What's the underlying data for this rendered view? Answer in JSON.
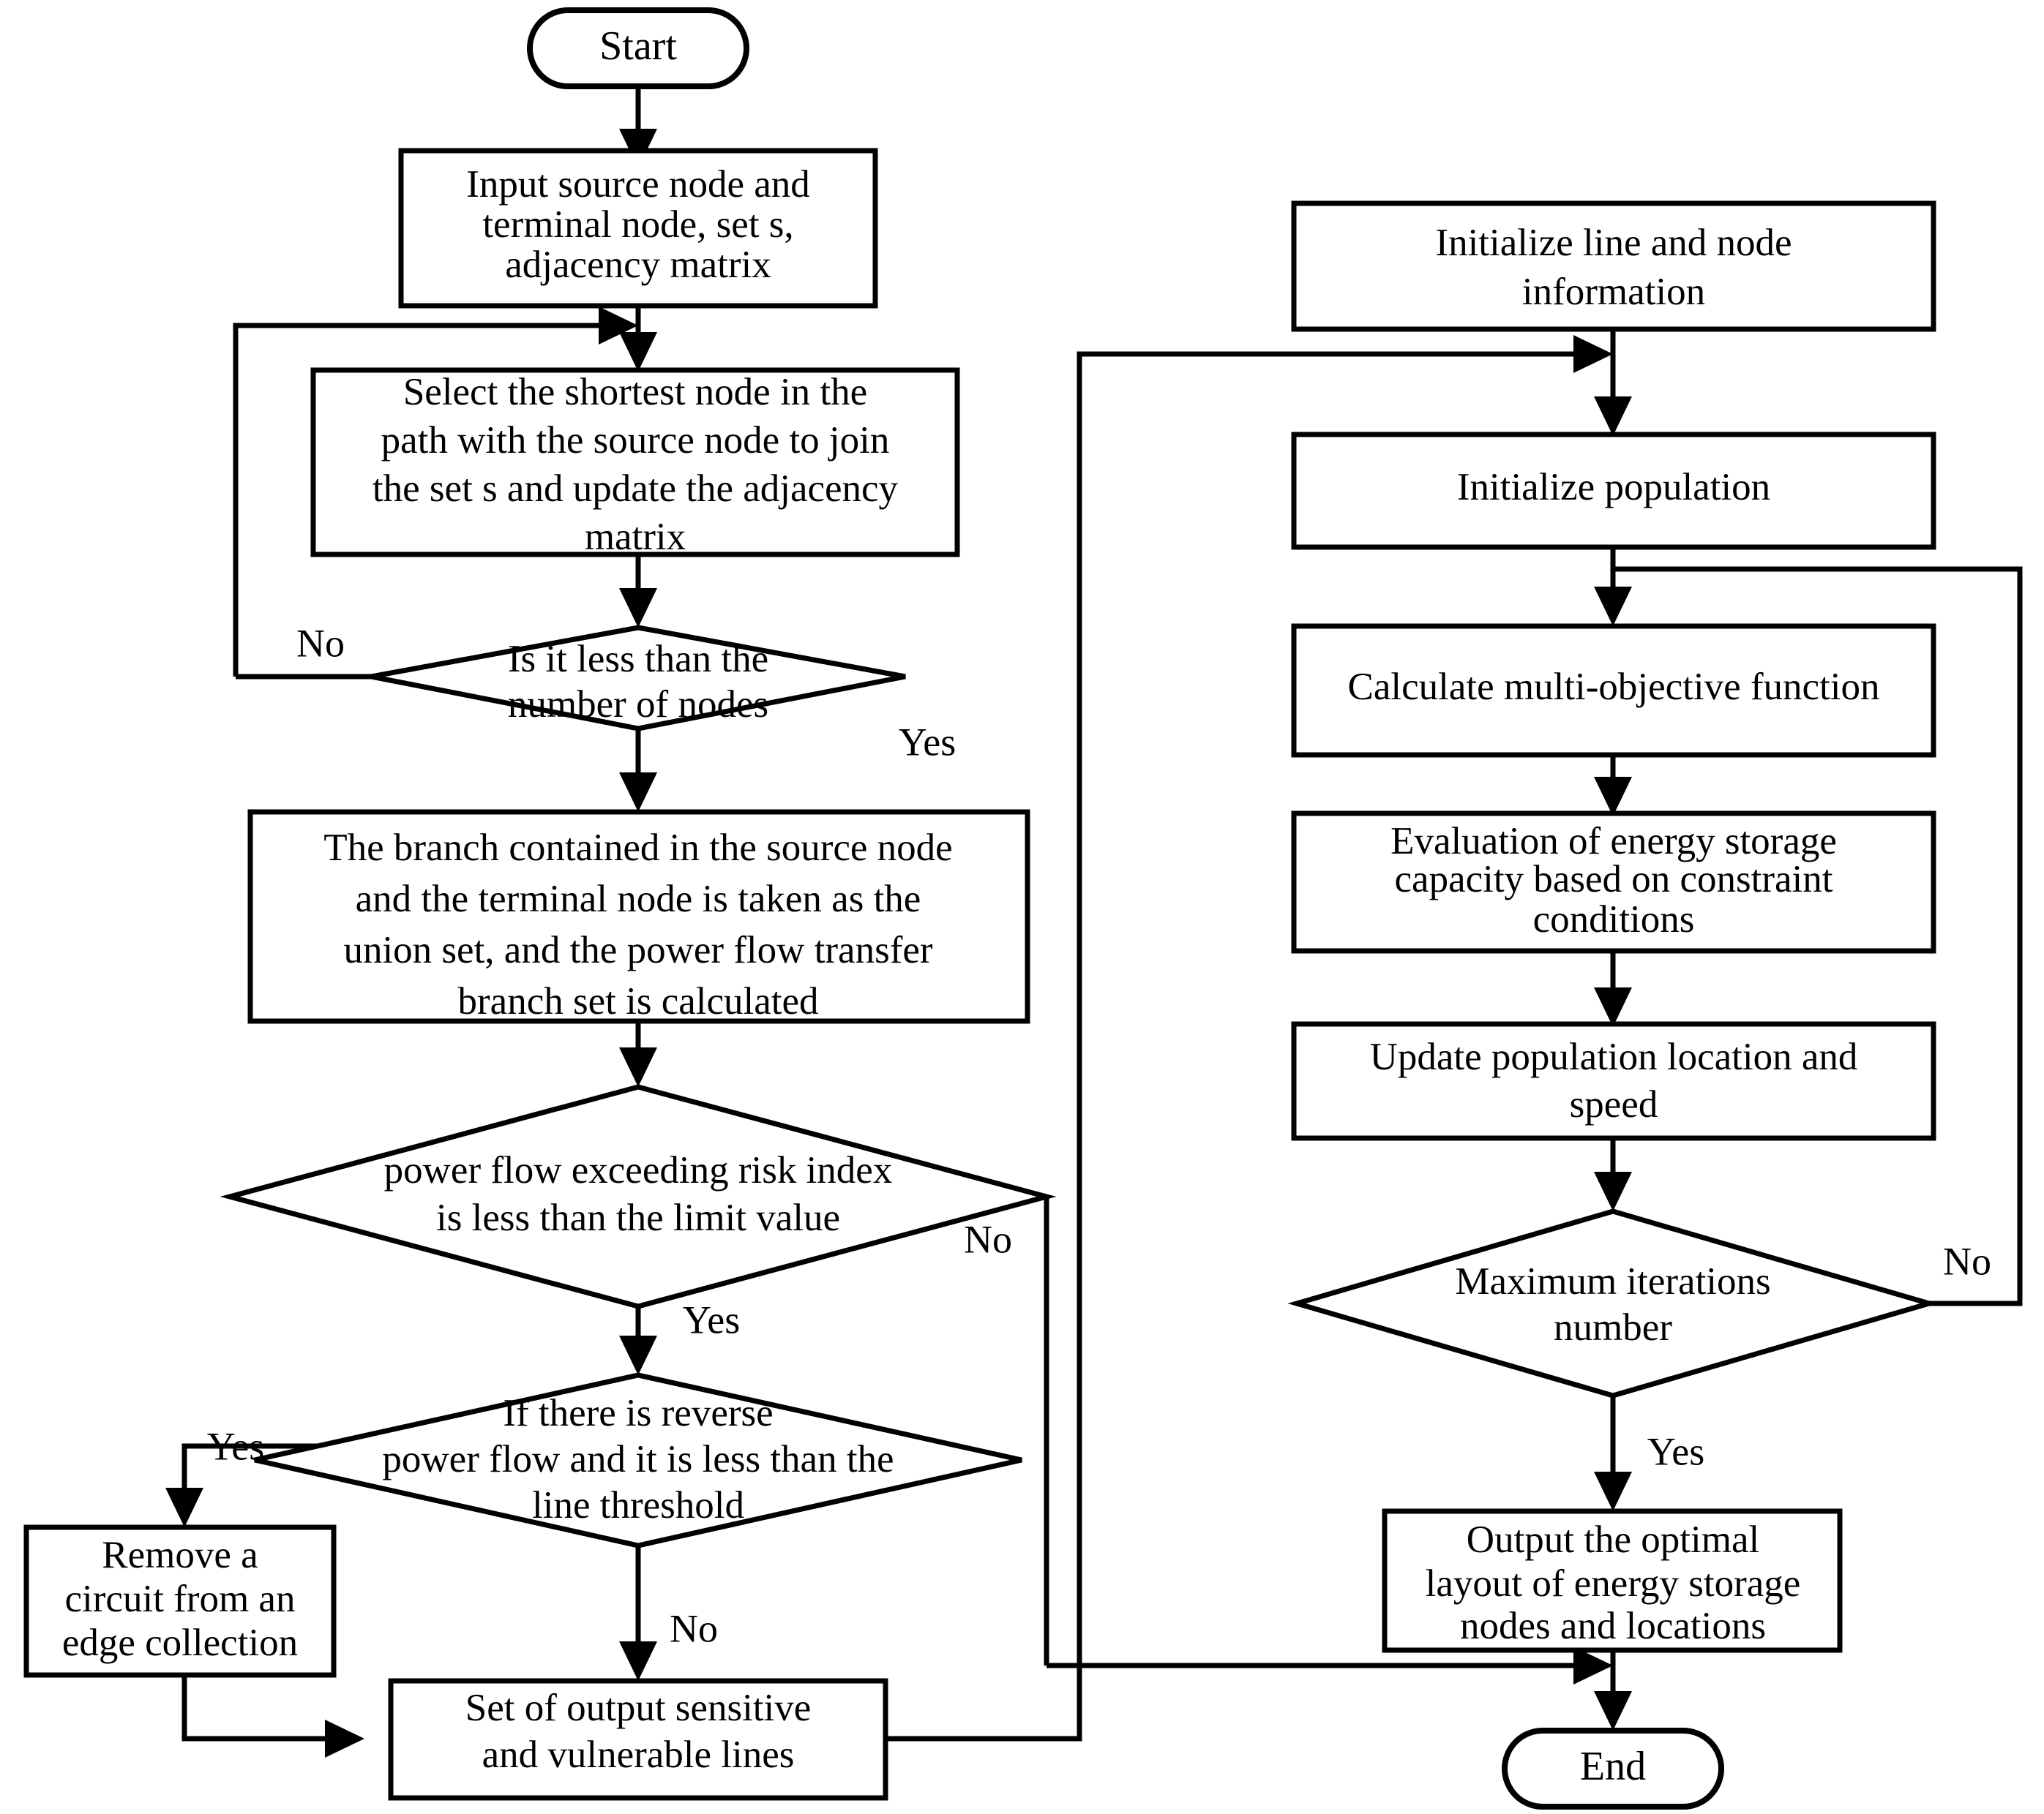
{
  "diagram": {
    "type": "flowchart",
    "orientation": "two-column",
    "background_color": "#ffffff",
    "line_color": "#000000",
    "nodes": {
      "start": {
        "shape": "terminator",
        "label": "Start"
      },
      "input_nodes": {
        "shape": "process",
        "lines": [
          "Input source node and",
          "terminal node, set s,",
          "adjacency matrix"
        ]
      },
      "select_shortest": {
        "shape": "process",
        "lines": [
          "Select the shortest node in the",
          "path with the source node to join",
          "the set s and update the adjacency",
          "matrix"
        ]
      },
      "less_than_nodes": {
        "shape": "decision",
        "lines": [
          "Is it less than the",
          "number of nodes"
        ]
      },
      "branch_union": {
        "shape": "process",
        "lines": [
          "The branch contained in the source node",
          "and the terminal node is taken as the",
          "union set, and the power flow transfer",
          "branch set is calculated"
        ]
      },
      "risk_index": {
        "shape": "decision",
        "lines": [
          "power flow exceeding risk index",
          "is less than the limit value"
        ]
      },
      "reverse_flow": {
        "shape": "decision",
        "lines": [
          "If there is reverse",
          "power flow and it is less than the",
          "line threshold"
        ]
      },
      "remove_circuit": {
        "shape": "process",
        "lines": [
          "Remove a",
          "circuit from an",
          "edge collection"
        ]
      },
      "output_lines": {
        "shape": "process",
        "lines": [
          "Set of output sensitive",
          "and vulnerable lines"
        ]
      },
      "init_line_node": {
        "shape": "process",
        "lines": [
          "Initialize line and node",
          "information"
        ]
      },
      "init_population": {
        "shape": "process",
        "lines": [
          "Initialize population"
        ]
      },
      "calc_multiobj": {
        "shape": "process",
        "lines": [
          "Calculate multi-objective function"
        ]
      },
      "eval_capacity": {
        "shape": "process",
        "lines": [
          "Evaluation of energy storage",
          "capacity based on constraint",
          "conditions"
        ]
      },
      "update_population": {
        "shape": "process",
        "lines": [
          "Update population location and",
          "speed"
        ]
      },
      "max_iterations": {
        "shape": "decision",
        "lines": [
          "Maximum iterations",
          "number"
        ]
      },
      "output_layout": {
        "shape": "process",
        "lines": [
          "Output the optimal",
          "layout of energy storage",
          "nodes and locations"
        ]
      },
      "end": {
        "shape": "terminator",
        "label": "End"
      }
    },
    "edge_labels": {
      "less_than_nodes_no": "No",
      "less_than_nodes_yes": "Yes",
      "risk_index_no": "No",
      "risk_index_yes": "Yes",
      "reverse_flow_yes": "Yes",
      "reverse_flow_no": "No",
      "max_iterations_no": "No",
      "max_iterations_yes": "Yes"
    }
  }
}
